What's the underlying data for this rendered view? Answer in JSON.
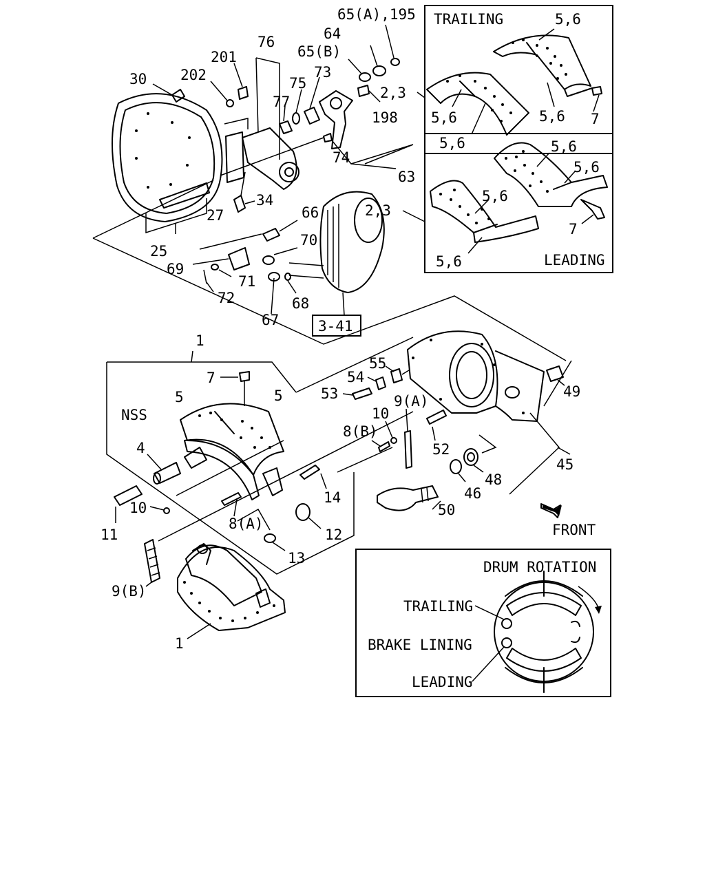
{
  "labels": {
    "p65a_195": "65(A),195",
    "p64": "64",
    "p76": "76",
    "p65b": "65(B)",
    "p201": "201",
    "p30": "30",
    "p202": "202",
    "p73": "73",
    "p75": "75",
    "p77": "77",
    "p2_3_top": "2,3",
    "p198": "198",
    "p74": "74",
    "p63": "63",
    "p34": "34",
    "p27": "27",
    "p25": "25",
    "p66": "66",
    "p70": "70",
    "p69": "69",
    "p71": "71",
    "p72": "72",
    "p67": "67",
    "p68": "68",
    "ref_3_41": "3-41",
    "p2_3_mid": "2,3",
    "p1_top": "1",
    "p7": "7",
    "p5_left": "5",
    "p5_right": "5",
    "nss": "NSS",
    "p4": "4",
    "p55": "55",
    "p54": "54",
    "p53": "53",
    "p9a": "9(A)",
    "p10_top": "10",
    "p8b": "8(B)",
    "p49": "49",
    "p52": "52",
    "p45": "45",
    "p48": "48",
    "p46": "46",
    "p50": "50",
    "p14": "14",
    "p10_left": "10",
    "p11": "11",
    "p8a": "8(A)",
    "p12": "12",
    "p13": "13",
    "p9b": "9(B)",
    "p1_bottom": "1",
    "front": "FRONT"
  },
  "trailing_box": {
    "title": "TRAILING",
    "l1": "5,6",
    "l2": "5,6",
    "l3": "5,6",
    "l4": "5,6",
    "l5": "7"
  },
  "leading_box": {
    "title": "LEADING",
    "l1": "5,6",
    "l2": "5,6",
    "l3": "5,6",
    "l4": "5,6",
    "l5": "7"
  },
  "rotation_box": {
    "drum_rotation": "DRUM ROTATION",
    "trailing": "TRAILING",
    "brake_lining": "BRAKE LINING",
    "leading": "LEADING"
  }
}
